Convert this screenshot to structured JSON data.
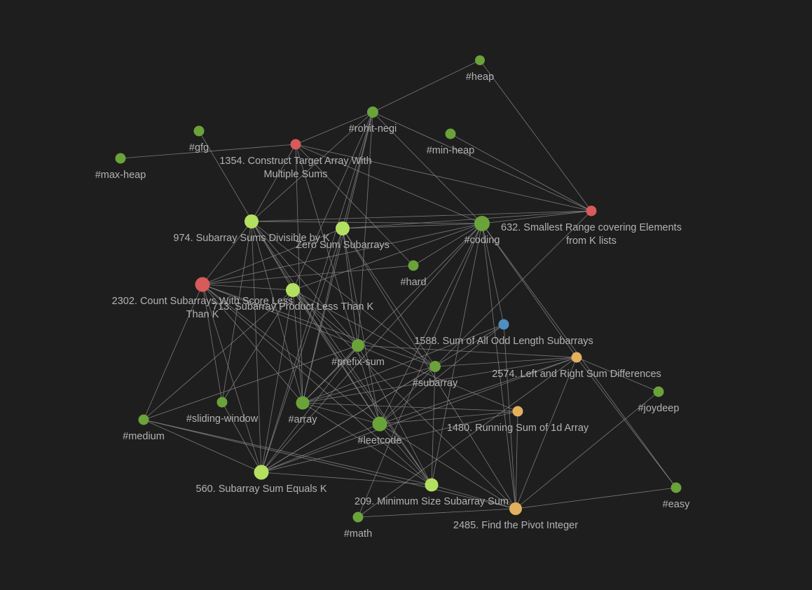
{
  "colors": {
    "background": "#1e1e1e",
    "edge": "#8a8a8a",
    "label": "#b3b3b3",
    "tag": "#6aa33a",
    "note": "#b3e060",
    "hard": "#d85a5a",
    "medium_difficulty": "#e3b15e",
    "easy_difficulty": "#4f8fc0"
  },
  "nodes": [
    {
      "id": "heap",
      "label": "#heap",
      "color": "tag"
    },
    {
      "id": "rohit",
      "label": "#rohit-negi",
      "color": "tag"
    },
    {
      "id": "gfg",
      "label": "#gfg",
      "color": "tag"
    },
    {
      "id": "minheap",
      "label": "#min-heap",
      "color": "tag"
    },
    {
      "id": "maxheap",
      "label": "#max-heap",
      "color": "tag"
    },
    {
      "id": "p1354",
      "label": [
        "1354. Construct Target Array With",
        "Multiple Sums"
      ],
      "color": "hard"
    },
    {
      "id": "p632",
      "label": [
        "632. Smallest Range covering Elements",
        "from K lists"
      ],
      "color": "hard"
    },
    {
      "id": "p974",
      "label": "974. Subarray Sums Divisible by K",
      "color": "note"
    },
    {
      "id": "zero",
      "label": "Zero Sum Subarrays",
      "color": "note"
    },
    {
      "id": "coding",
      "label": "#coding",
      "color": "tag"
    },
    {
      "id": "hard",
      "label": "#hard",
      "color": "tag"
    },
    {
      "id": "p2302",
      "label": [
        "2302. Count Subarrays With Score Less",
        "Than K"
      ],
      "color": "hard"
    },
    {
      "id": "p713",
      "label": "713. Subarray Product Less Than K",
      "color": "note"
    },
    {
      "id": "p1588",
      "label": "1588. Sum of All Odd Length Subarrays",
      "color": "easy_difficulty"
    },
    {
      "id": "prefix",
      "label": "#prefix-sum",
      "color": "tag"
    },
    {
      "id": "subarray",
      "label": "#subarray",
      "color": "tag"
    },
    {
      "id": "p2574",
      "label": "2574. Left and Right Sum Differences",
      "color": "medium_difficulty"
    },
    {
      "id": "joydeep",
      "label": "#joydeep",
      "color": "tag"
    },
    {
      "id": "sliding",
      "label": "#sliding-window",
      "color": "tag"
    },
    {
      "id": "array",
      "label": "#array",
      "color": "tag"
    },
    {
      "id": "medium",
      "label": "#medium",
      "color": "tag"
    },
    {
      "id": "leetcode",
      "label": "#leetcode",
      "color": "tag"
    },
    {
      "id": "p1480",
      "label": "1480. Running Sum of 1d Array",
      "color": "medium_difficulty"
    },
    {
      "id": "p560",
      "label": "560. Subarray Sum Equals K",
      "color": "note"
    },
    {
      "id": "p209",
      "label": "209. Minimum Size Subarray Sum",
      "color": "note"
    },
    {
      "id": "math",
      "label": "#math",
      "color": "tag"
    },
    {
      "id": "p2485",
      "label": "2485. Find the Pivot Integer",
      "color": "medium_difficulty"
    },
    {
      "id": "easy",
      "label": "#easy",
      "color": "tag"
    }
  ],
  "edges": [
    [
      "heap",
      "rohit"
    ],
    [
      "heap",
      "p632"
    ],
    [
      "maxheap",
      "p1354"
    ],
    [
      "gfg",
      "p713"
    ],
    [
      "rohit",
      "p1354"
    ],
    [
      "rohit",
      "coding"
    ],
    [
      "rohit",
      "p632"
    ],
    [
      "rohit",
      "p974"
    ],
    [
      "rohit",
      "zero"
    ],
    [
      "rohit",
      "prefix"
    ],
    [
      "rohit",
      "p713"
    ],
    [
      "rohit",
      "array"
    ],
    [
      "rohit",
      "p560"
    ],
    [
      "minheap",
      "p632"
    ],
    [
      "p1354",
      "coding"
    ],
    [
      "p1354",
      "hard"
    ],
    [
      "p1354",
      "p632"
    ],
    [
      "p1354",
      "p974"
    ],
    [
      "p1354",
      "leetcode"
    ],
    [
      "p1354",
      "array"
    ],
    [
      "p632",
      "coding"
    ],
    [
      "p632",
      "subarray"
    ],
    [
      "p632",
      "zero"
    ],
    [
      "p974",
      "coding"
    ],
    [
      "p974",
      "p632"
    ],
    [
      "p974",
      "prefix"
    ],
    [
      "p974",
      "subarray"
    ],
    [
      "p974",
      "array"
    ],
    [
      "p974",
      "sliding"
    ],
    [
      "p974",
      "p2302"
    ],
    [
      "p974",
      "p560"
    ],
    [
      "p974",
      "leetcode"
    ],
    [
      "p974",
      "p209"
    ],
    [
      "zero",
      "coding"
    ],
    [
      "zero",
      "prefix"
    ],
    [
      "zero",
      "subarray"
    ],
    [
      "zero",
      "p560"
    ],
    [
      "zero",
      "leetcode"
    ],
    [
      "zero",
      "p2302"
    ],
    [
      "zero",
      "array"
    ],
    [
      "zero",
      "p2485"
    ],
    [
      "coding",
      "p2302"
    ],
    [
      "coding",
      "p713"
    ],
    [
      "coding",
      "p1588"
    ],
    [
      "coding",
      "p2574"
    ],
    [
      "coding",
      "p209"
    ],
    [
      "coding",
      "leetcode"
    ],
    [
      "coding",
      "p2485"
    ],
    [
      "coding",
      "p560"
    ],
    [
      "coding",
      "array"
    ],
    [
      "hard",
      "p2302"
    ],
    [
      "hard",
      "coding"
    ],
    [
      "p2302",
      "p713"
    ],
    [
      "p2302",
      "prefix"
    ],
    [
      "p2302",
      "subarray"
    ],
    [
      "p2302",
      "medium"
    ],
    [
      "p2302",
      "sliding"
    ],
    [
      "p2302",
      "array"
    ],
    [
      "p2302",
      "p560"
    ],
    [
      "p2302",
      "leetcode"
    ],
    [
      "p2302",
      "p209"
    ],
    [
      "p713",
      "prefix"
    ],
    [
      "p713",
      "subarray"
    ],
    [
      "p713",
      "medium"
    ],
    [
      "p713",
      "sliding"
    ],
    [
      "p713",
      "array"
    ],
    [
      "p713",
      "p560"
    ],
    [
      "p713",
      "leetcode"
    ],
    [
      "p713",
      "p209"
    ],
    [
      "p1588",
      "array"
    ],
    [
      "p1588",
      "p2485"
    ],
    [
      "p1588",
      "leetcode"
    ],
    [
      "p1588",
      "p560"
    ],
    [
      "prefix",
      "p2574"
    ],
    [
      "prefix",
      "p1480"
    ],
    [
      "prefix",
      "array"
    ],
    [
      "prefix",
      "p560"
    ],
    [
      "prefix",
      "medium"
    ],
    [
      "prefix",
      "p209"
    ],
    [
      "subarray",
      "p209"
    ],
    [
      "subarray",
      "leetcode"
    ],
    [
      "subarray",
      "array"
    ],
    [
      "subarray",
      "p560"
    ],
    [
      "subarray",
      "p2574"
    ],
    [
      "p2574",
      "joydeep"
    ],
    [
      "p2574",
      "easy"
    ],
    [
      "p2574",
      "array"
    ],
    [
      "p2574",
      "leetcode"
    ],
    [
      "p2574",
      "p2485"
    ],
    [
      "p2574",
      "p560"
    ],
    [
      "p2574",
      "math"
    ],
    [
      "joydeep",
      "p2485"
    ],
    [
      "array",
      "p1480"
    ],
    [
      "array",
      "p209"
    ],
    [
      "array",
      "leetcode"
    ],
    [
      "leetcode",
      "p1480"
    ],
    [
      "leetcode",
      "p209"
    ],
    [
      "leetcode",
      "p2485"
    ],
    [
      "leetcode",
      "p560"
    ],
    [
      "p1480",
      "p2485"
    ],
    [
      "p1480",
      "p560"
    ],
    [
      "medium",
      "p560"
    ],
    [
      "medium",
      "p209"
    ],
    [
      "medium",
      "p2485"
    ],
    [
      "p560",
      "p209"
    ],
    [
      "p560",
      "sliding"
    ],
    [
      "p209",
      "p2485"
    ],
    [
      "math",
      "p2485"
    ],
    [
      "math",
      "coding"
    ],
    [
      "easy",
      "p2485"
    ],
    [
      "easy",
      "coding"
    ],
    [
      "p2485",
      "p713"
    ]
  ]
}
